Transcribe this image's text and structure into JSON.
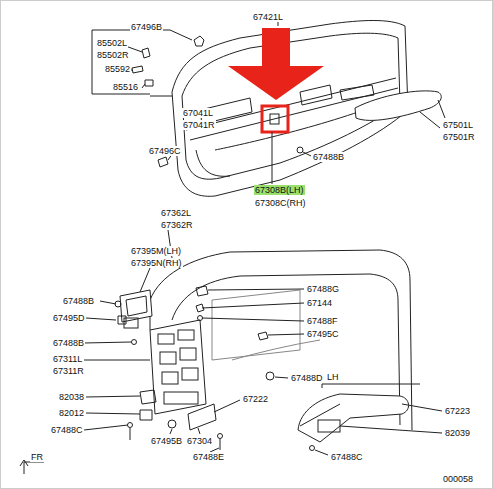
{
  "diagram": {
    "labels": [
      "67421L",
      "67496B",
      "85502L",
      "85502R",
      "85592",
      "85516",
      "67041L",
      "67041R",
      "67496C",
      "67488B",
      "67501L",
      "67501R",
      "67308B(LH)",
      "67308C(RH)",
      "67362L",
      "67362R",
      "67395M(LH)",
      "67395N(RH)",
      "67488G",
      "67144",
      "67488B",
      "67495D",
      "67488F",
      "67495C",
      "67488B",
      "67311L",
      "67311R",
      "67488D",
      "82038",
      "82012",
      "67222",
      "LH",
      "67223",
      "82039",
      "67488C",
      "67495B",
      "67304",
      "67488E",
      "67488C",
      "FR",
      "000058"
    ]
  }
}
